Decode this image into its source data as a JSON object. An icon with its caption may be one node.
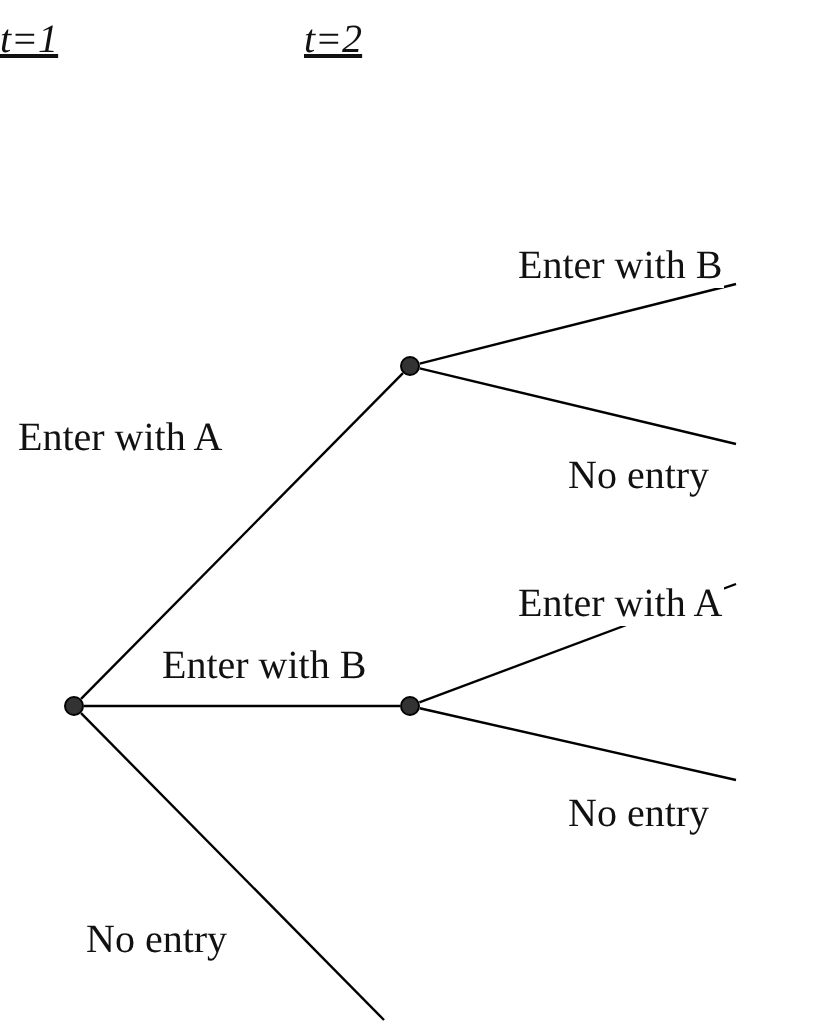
{
  "diagram": {
    "nodes": [
      {
        "text": [],
        "shape": "circle"
      },
      {
        "text": [],
        "shape": "circle"
      },
      {
        "text": [],
        "shape": "circle"
      }
    ],
    "edges": [
      {
        "from": 0,
        "to": 1,
        "arrow": "none",
        "label": "Enter with A"
      },
      {
        "from": 0,
        "to": 2,
        "arrow": "none",
        "label": "Enter with B"
      },
      {
        "from": 0,
        "to": null,
        "arrow": "none",
        "label": "No entry"
      },
      {
        "from": 1,
        "to": null,
        "arrow": "none",
        "label": "Enter with B"
      },
      {
        "from": 1,
        "to": null,
        "arrow": "none",
        "label": "No entry"
      },
      {
        "from": 2,
        "to": null,
        "arrow": "none",
        "label": "Enter with A"
      },
      {
        "from": 2,
        "to": null,
        "arrow": "none",
        "label": "No entry"
      }
    ],
    "labels": [
      "t=1",
      "t=2"
    ]
  }
}
